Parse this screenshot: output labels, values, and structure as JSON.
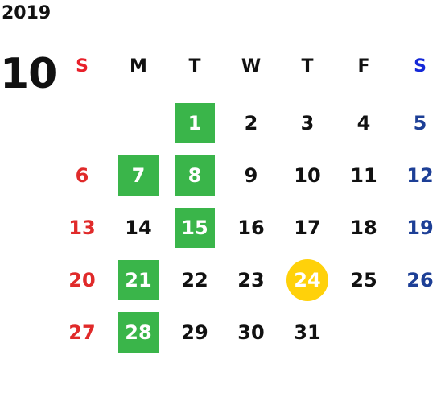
{
  "calendar": {
    "year": "2019",
    "month": "10",
    "weekdays": [
      "S",
      "M",
      "T",
      "W",
      "T",
      "F",
      "S"
    ],
    "weeks": [
      [
        "",
        "",
        "1",
        "2",
        "3",
        "4",
        "5"
      ],
      [
        "6",
        "7",
        "8",
        "9",
        "10",
        "11",
        "12"
      ],
      [
        "13",
        "14",
        "15",
        "16",
        "17",
        "18",
        "19"
      ],
      [
        "20",
        "21",
        "22",
        "23",
        "24",
        "25",
        "26"
      ],
      [
        "27",
        "28",
        "29",
        "30",
        "31",
        "",
        ""
      ]
    ],
    "highlighted_days": [
      "1",
      "7",
      "8",
      "15",
      "21",
      "28"
    ],
    "today": "24",
    "colors": {
      "sunday": "#e02a2a",
      "saturday": "#1d3f96",
      "highlight": "#3ab54a",
      "today": "#ffd10a"
    }
  }
}
